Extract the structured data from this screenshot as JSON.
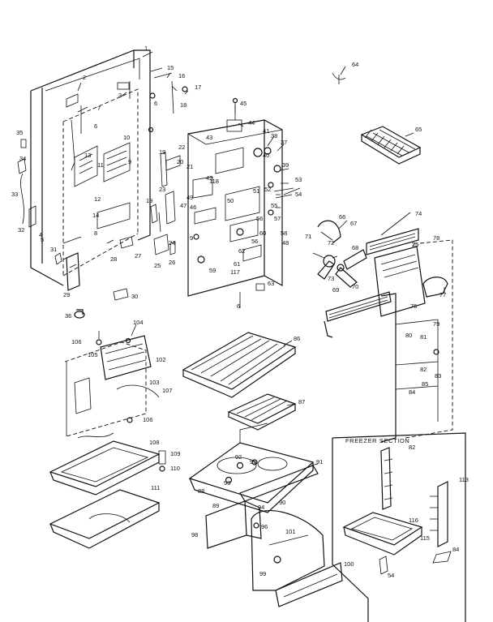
{
  "diagram": {
    "section_label": "FREEZER SECTION",
    "callouts": [
      {
        "id": "c1",
        "text": "1"
      },
      {
        "id": "c2",
        "text": "2"
      },
      {
        "id": "c3",
        "text": "3"
      },
      {
        "id": "c4",
        "text": "4"
      },
      {
        "id": "c5",
        "text": "5"
      },
      {
        "id": "c6a",
        "text": "6"
      },
      {
        "id": "c6b",
        "text": "6"
      },
      {
        "id": "c6c",
        "text": "6"
      },
      {
        "id": "c7",
        "text": "7"
      },
      {
        "id": "c8",
        "text": "8"
      },
      {
        "id": "c9a",
        "text": "9"
      },
      {
        "id": "c9b",
        "text": "9"
      },
      {
        "id": "c10",
        "text": "10"
      },
      {
        "id": "c11",
        "text": "11"
      },
      {
        "id": "c12",
        "text": "12"
      },
      {
        "id": "c13",
        "text": "13"
      },
      {
        "id": "c14",
        "text": "14"
      },
      {
        "id": "c15",
        "text": "15"
      },
      {
        "id": "c16",
        "text": "16"
      },
      {
        "id": "c17",
        "text": "17"
      },
      {
        "id": "c18",
        "text": "18"
      },
      {
        "id": "c19a",
        "text": "19"
      },
      {
        "id": "c19b",
        "text": "19"
      },
      {
        "id": "c20",
        "text": "20"
      },
      {
        "id": "c21",
        "text": "21"
      },
      {
        "id": "c22",
        "text": "22"
      },
      {
        "id": "c23",
        "text": "23"
      },
      {
        "id": "c24",
        "text": "24"
      },
      {
        "id": "c25a",
        "text": "25"
      },
      {
        "id": "c25b",
        "text": "25"
      },
      {
        "id": "c26",
        "text": "26"
      },
      {
        "id": "c27",
        "text": "27"
      },
      {
        "id": "c28",
        "text": "28"
      },
      {
        "id": "c29",
        "text": "29"
      },
      {
        "id": "c30",
        "text": "30"
      },
      {
        "id": "c31",
        "text": "31"
      },
      {
        "id": "c32",
        "text": "32"
      },
      {
        "id": "c33",
        "text": "33"
      },
      {
        "id": "c34",
        "text": "34"
      },
      {
        "id": "c35",
        "text": "35"
      },
      {
        "id": "c36",
        "text": "36"
      },
      {
        "id": "c37",
        "text": "37"
      },
      {
        "id": "c38",
        "text": "38"
      },
      {
        "id": "c39",
        "text": "39"
      },
      {
        "id": "c40",
        "text": "40"
      },
      {
        "id": "c41",
        "text": "41"
      },
      {
        "id": "c42",
        "text": "42"
      },
      {
        "id": "c43",
        "text": "43"
      },
      {
        "id": "c44",
        "text": "44"
      },
      {
        "id": "c45",
        "text": "45"
      },
      {
        "id": "c46",
        "text": "46"
      },
      {
        "id": "c47",
        "text": "47"
      },
      {
        "id": "c48",
        "text": "48"
      },
      {
        "id": "c49",
        "text": "49"
      },
      {
        "id": "c50",
        "text": "50"
      },
      {
        "id": "c51",
        "text": "51"
      },
      {
        "id": "c52",
        "text": "52"
      },
      {
        "id": "c53",
        "text": "53"
      },
      {
        "id": "c54a",
        "text": "54"
      },
      {
        "id": "c54b",
        "text": "54"
      },
      {
        "id": "c55",
        "text": "55"
      },
      {
        "id": "c56a",
        "text": "56"
      },
      {
        "id": "c56b",
        "text": "56"
      },
      {
        "id": "c57",
        "text": "57"
      },
      {
        "id": "c58",
        "text": "58"
      },
      {
        "id": "c59",
        "text": "59"
      },
      {
        "id": "c60",
        "text": "60"
      },
      {
        "id": "c61",
        "text": "61"
      },
      {
        "id": "c62",
        "text": "62"
      },
      {
        "id": "c63",
        "text": "63"
      },
      {
        "id": "c64",
        "text": "64"
      },
      {
        "id": "c65",
        "text": "65"
      },
      {
        "id": "c66",
        "text": "66"
      },
      {
        "id": "c67",
        "text": "67"
      },
      {
        "id": "c68",
        "text": "68"
      },
      {
        "id": "c69",
        "text": "69"
      },
      {
        "id": "c70",
        "text": "70"
      },
      {
        "id": "c71",
        "text": "71"
      },
      {
        "id": "c72",
        "text": "72"
      },
      {
        "id": "c73",
        "text": "73"
      },
      {
        "id": "c74",
        "text": "74"
      },
      {
        "id": "c75",
        "text": "75"
      },
      {
        "id": "c76",
        "text": "76"
      },
      {
        "id": "c77",
        "text": "77"
      },
      {
        "id": "c78",
        "text": "78"
      },
      {
        "id": "c79",
        "text": "79"
      },
      {
        "id": "c80",
        "text": "80"
      },
      {
        "id": "c81",
        "text": "81"
      },
      {
        "id": "c82a",
        "text": "82"
      },
      {
        "id": "c82b",
        "text": "82"
      },
      {
        "id": "c83",
        "text": "83"
      },
      {
        "id": "c84a",
        "text": "84"
      },
      {
        "id": "c84b",
        "text": "84"
      },
      {
        "id": "c85",
        "text": "85"
      },
      {
        "id": "c86",
        "text": "86"
      },
      {
        "id": "c87",
        "text": "87"
      },
      {
        "id": "c88",
        "text": "88"
      },
      {
        "id": "c89",
        "text": "89"
      },
      {
        "id": "c90",
        "text": "90"
      },
      {
        "id": "c91",
        "text": "91"
      },
      {
        "id": "c92",
        "text": "92"
      },
      {
        "id": "c93",
        "text": "93"
      },
      {
        "id": "c94",
        "text": "94"
      },
      {
        "id": "c95",
        "text": "95"
      },
      {
        "id": "c96",
        "text": "96"
      },
      {
        "id": "c98",
        "text": "98"
      },
      {
        "id": "c99",
        "text": "99"
      },
      {
        "id": "c100",
        "text": "100"
      },
      {
        "id": "c101",
        "text": "101"
      },
      {
        "id": "c102",
        "text": "102"
      },
      {
        "id": "c103",
        "text": "103"
      },
      {
        "id": "c104",
        "text": "104"
      },
      {
        "id": "c105",
        "text": "105"
      },
      {
        "id": "c106a",
        "text": "106"
      },
      {
        "id": "c106b",
        "text": "106"
      },
      {
        "id": "c107",
        "text": "107"
      },
      {
        "id": "c108",
        "text": "108"
      },
      {
        "id": "c109",
        "text": "109"
      },
      {
        "id": "c110",
        "text": "110"
      },
      {
        "id": "c111",
        "text": "111"
      },
      {
        "id": "c113",
        "text": "113"
      },
      {
        "id": "c115",
        "text": "115"
      },
      {
        "id": "c116",
        "text": "116"
      },
      {
        "id": "c117",
        "text": "117"
      },
      {
        "id": "c118",
        "text": "118"
      }
    ]
  }
}
